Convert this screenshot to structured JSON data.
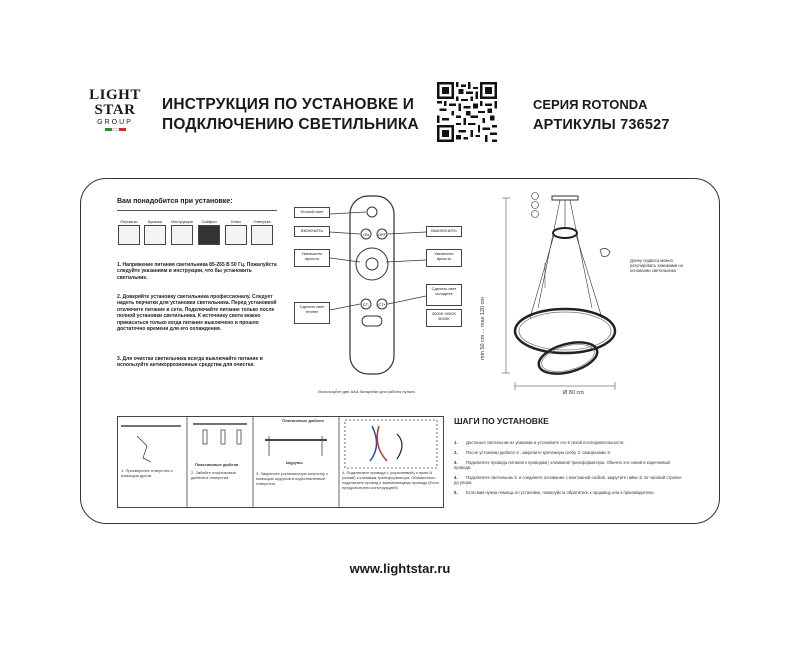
{
  "brand": {
    "line1": "LIGHT",
    "line2": "STAR",
    "line3": "GROUP"
  },
  "flag_colors": [
    "#2e8b3d",
    "#ffffff",
    "#d62828"
  ],
  "header": {
    "title_line1": "ИНСТРУКЦИЯ ПО УСТАНОВКЕ И",
    "title_line2": "ПОДКЛЮЧЕНИЮ СВЕТИЛЬНИКА",
    "series": "СЕРИЯ ROTONDA",
    "articles": "АРТИКУЛЫ 736527"
  },
  "needs": {
    "title": "Вам понадобится при установке:",
    "tools": [
      "Перчатки",
      "Кусачки",
      "Инструкция",
      "Сайфон",
      "Ключ",
      "Отвертка"
    ]
  },
  "paragraphs": [
    "1. Напряжение питания светильника 85-265 В 50 Гц. Пожалуйста следуйте указаниям в инструкции, что бы установить светильник.",
    "2. Доверяйте установку светильника профессионалу. Следует надеть перчатки для установки светильника. Перед установкой отключите питание в сети. Подключайте питание только после полной установки светильника. К источнику света можно прикасаться только когда питание выключено и прошло достаточно времени для его охлаждения.",
    "3. Для очистки светильника всегда выключайте питание и используйте антикоррозионные средства для очистки."
  ],
  "remote": {
    "labels_left": [
      "Ночной свет",
      "ВКЛЮЧИТЬ",
      "Уменьшить яркость",
      "Сделать свет теплее"
    ],
    "labels_right": [
      "ВЫКЛЮЧИТЬ",
      "Увеличить яркость",
      "Сделать свет холоднее",
      "3000K 4000K 6000K"
    ],
    "buttons": [
      "ON",
      "OFF",
      "CT-",
      "CT+"
    ],
    "note": "Используйте две ААА батарейки для работы пульта"
  },
  "dimensions": {
    "height": "min 50 cm ... max 120 cm",
    "diameter": "Ø 80 cm",
    "cable_note": "Длину подвеса можно регулировать зажимами на основании светильника"
  },
  "steps_illustrated": {
    "cap1": "1. Просверлите отверстия с помощью дрели.",
    "plugs_label": "Пластиковые дюбеля",
    "cap2": "2. Забейте пластиковые дюбеля в отверстия.",
    "screws_label": "Шурупы",
    "plate_label": "Платиновые дюбеля",
    "cap3": "3. Закрепите установочную пластину с помощью шурупов в подготовленные отверстия.",
    "cap4": "4. Подключите провода L (коричневый) к нулю N (синий) к клеммам трансформатора. Обязательно подключите провод к заземляющему проводу (Если предусмотрено конструкцией)"
  },
  "install": {
    "title": "ШАГИ ПО УСТАНОВКЕ",
    "steps": [
      {
        "n": "1.",
        "text": "Достаньте светильник из упаковки и установите его в тихой последовательности."
      },
      {
        "n": "2.",
        "text": "После установки дюбеля ①, закрепите крепежную скобу ② саморезами ③"
      },
      {
        "n": "3.",
        "text": "Подключите провода питания к проводам | клеммной трансформатора. Обычно это синий и коричневый провода."
      },
      {
        "n": "4.",
        "text": "Подключите светильник ① и соедините основание с монтажной скобой, закрутите гайки ③ по часовой стрелке до упора."
      },
      {
        "n": "5.",
        "text": "Если вам нужна помощь по установке, пожалуйста обратитесь к продавцу или к производителю."
      }
    ]
  },
  "website": "www.lightstar.ru"
}
